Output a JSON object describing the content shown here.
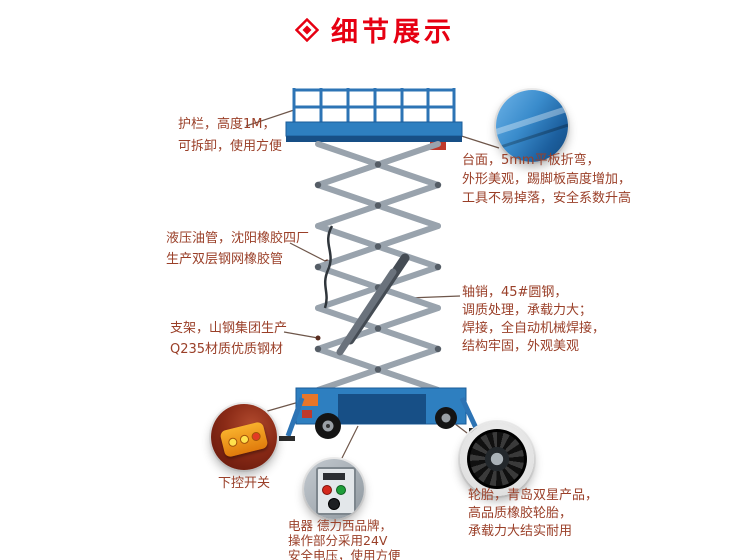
{
  "title": {
    "text": "细节展示",
    "icon": "diamond-icon"
  },
  "colors": {
    "accent_red": "#e60012",
    "text_brown": "#9a3f28",
    "machine_blue": "#2e7fc0",
    "machine_dark_blue": "#174f86",
    "scissor_gray": "#99a3ad"
  },
  "callouts": {
    "guardrail": {
      "lines": [
        "护栏，高度1M，",
        "可拆卸，使用方便"
      ]
    },
    "platform": {
      "lines": [
        "台面，5mm平板折弯，",
        "外形美观，踢脚板高度增加，",
        "工具不易掉落，安全系数升高"
      ]
    },
    "hydraulic_hose": {
      "lines": [
        "液压油管，沈阳橡胶四厂",
        "生产双层钢网橡胶管"
      ]
    },
    "support_frame": {
      "lines": [
        "支架，山钢集团生产",
        "Q235材质优质钢材"
      ]
    },
    "axle_pin": {
      "lines": [
        "轴销，45#圆钢，",
        "调质处理，承载力大；",
        "焊接，全自动机械焊接，",
        "结构牢固，外观美观"
      ]
    },
    "lower_control_switch": {
      "label": "下控开关"
    },
    "electric": {
      "lines": [
        "电器 德力西品牌，",
        "操作部分采用24V",
        "安全电压，使用方便"
      ]
    },
    "tire": {
      "lines": [
        "轮胎，青岛双星产品，",
        "高品质橡胶轮胎，",
        "承载力大结实耐用"
      ]
    }
  },
  "photos": [
    {
      "name": "platform-detail-photo"
    },
    {
      "name": "remote-control-photo"
    },
    {
      "name": "electric-control-box-photo"
    },
    {
      "name": "tire-photo"
    }
  ]
}
